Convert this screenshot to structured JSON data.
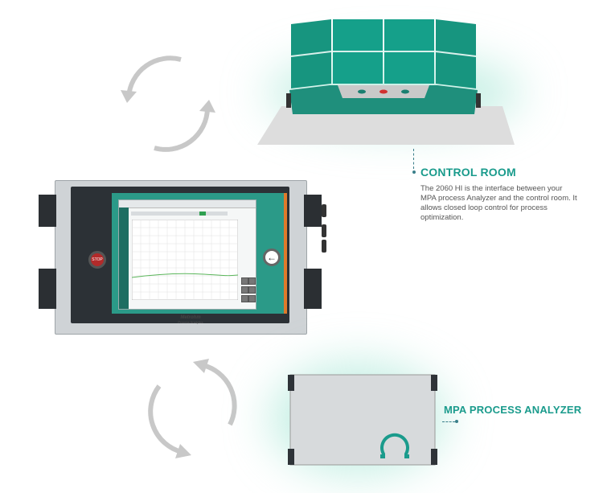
{
  "control_room": {
    "title": "CONTROL ROOM",
    "description": "The 2060 HI is the interface between your MPA process Analyzer and the control room. It allows closed loop control for process optimization."
  },
  "analyzer": {
    "title": "MPA PROCESS ANALYZER"
  },
  "device": {
    "stop_label": "STOP",
    "brand": "Metrohm",
    "model": "Process Analytics"
  },
  "colors": {
    "accent": "#1a9b8c",
    "screen_frame": "#2b9a88",
    "arrows": "#c8c8c8",
    "connector": "#3a7f8a"
  }
}
